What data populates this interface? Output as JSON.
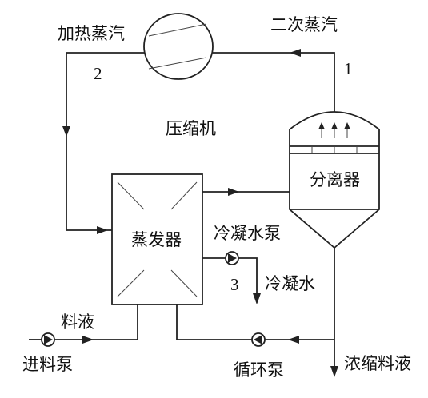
{
  "labels": {
    "heating_steam": "加热蒸汽",
    "secondary_steam": "二次蒸汽",
    "compressor": "压缩机",
    "separator": "分离器",
    "evaporator": "蒸发器",
    "condensate_pump": "冷凝水泵",
    "condensate": "冷凝水",
    "feed_liquid": "料液",
    "feed_pump": "进料泵",
    "circulation_pump": "循环泵",
    "concentrate": "浓缩料液"
  },
  "points": {
    "p1": "1",
    "p2": "2",
    "p3": "3"
  },
  "colors": {
    "line": "#222222",
    "background": "#ffffff"
  }
}
